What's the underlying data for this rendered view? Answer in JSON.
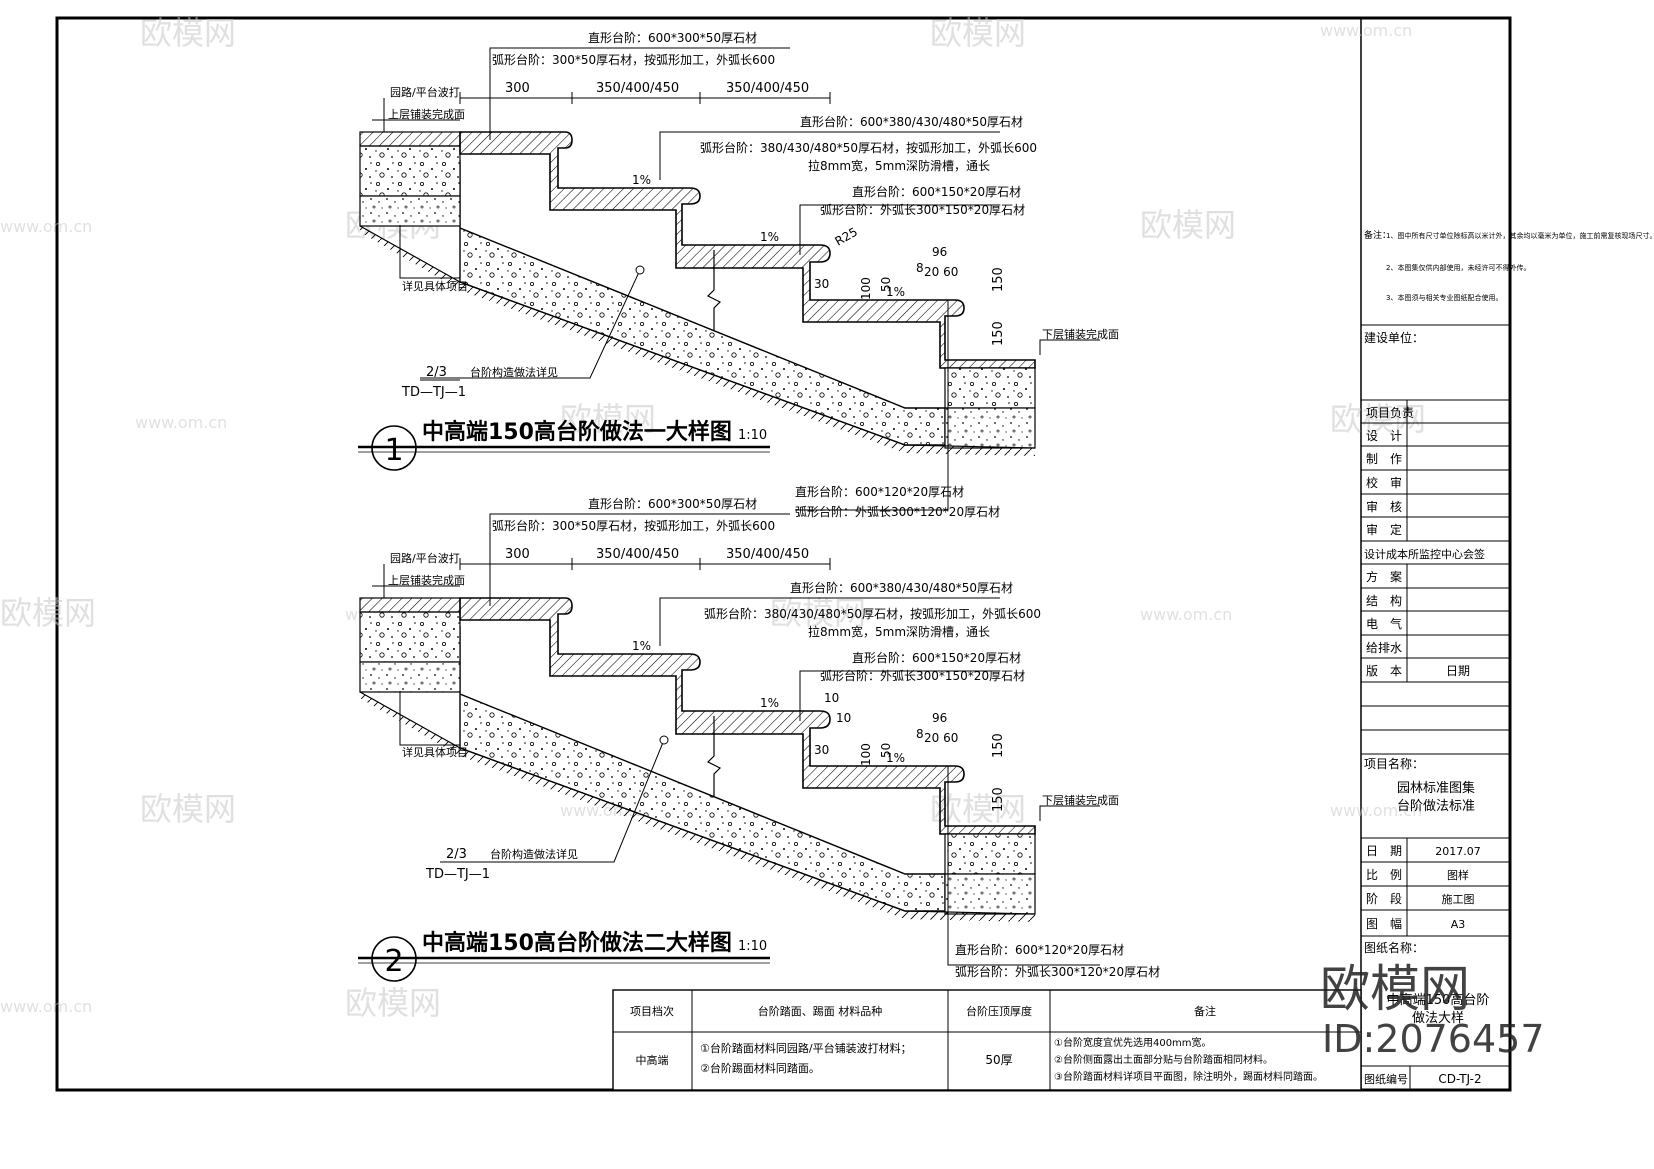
{
  "detail1": {
    "top_callout_1": "直形台阶：600*300*50厚石材",
    "top_callout_2": "弧形台阶：300*50厚石材，按弧形加工，外弧长600",
    "dims": [
      "300",
      "350/400/450",
      "350/400/450"
    ],
    "upper_label": "园路/平台波打",
    "upper_finish": "上层铺装完成面",
    "mid_callout_1": "直形台阶：600*380/430/480*50厚石材",
    "mid_callout_2": "弧形台阶：380/430/480*50厚石材，按弧形加工，外弧长600",
    "mid_callout_3": "拉8mm宽，5mm深防滑槽，通长",
    "low_callout_1": "直形台阶：600*150*20厚石材",
    "low_callout_2": "弧形台阶：外弧长300*150*20厚石材",
    "slope_1": "1%",
    "slope_2": "1%",
    "slope_3": "1%",
    "r_label": "R25",
    "dim_96": "96",
    "dim_8": "8",
    "dim_20_60": "20 60",
    "dim_30": "30",
    "dim_100": "100",
    "dim_50": "50",
    "dim_150a": "150",
    "dim_150b": "150",
    "lower_finish": "下层铺装完成面",
    "see_project": "详见具体项目",
    "ref_top": "2/3",
    "ref_bottom": "TD—TJ—1",
    "ref_text": "台阶构造做法详见",
    "bottom_callout_1": "直形台阶：600*120*20厚石材",
    "bottom_callout_2": "弧形台阶：外弧长300*120*20厚石材",
    "title": "中高端150高台阶做法一大样图",
    "scale": "1:10"
  },
  "detail2": {
    "top_callout_1": "直形台阶：600*300*50厚石材",
    "top_callout_2": "弧形台阶：300*50厚石材，按弧形加工，外弧长600",
    "dims": [
      "300",
      "350/400/450",
      "350/400/450"
    ],
    "upper_label": "园路/平台波打",
    "upper_finish": "上层铺装完成面",
    "mid_callout_1": "直形台阶：600*380/430/480*50厚石材",
    "mid_callout_2": "弧形台阶：380/430/480*50厚石材，按弧形加工，外弧长600",
    "mid_callout_3": "拉8mm宽，5mm深防滑槽，通长",
    "low_callout_1": "直形台阶：600*150*20厚石材",
    "low_callout_2": "弧形台阶：外弧长300*150*20厚石材",
    "slope_1": "1%",
    "slope_2": "1%",
    "slope_3": "1%",
    "dim_10a": "10",
    "dim_10b": "10",
    "dim_96": "96",
    "dim_8": "8",
    "dim_20_60": "20 60",
    "dim_30": "30",
    "dim_100": "100",
    "dim_50": "50",
    "dim_150a": "150",
    "dim_150b": "150",
    "lower_finish": "下层铺装完成面",
    "see_project": "详见具体项目",
    "ref_top": "2/3",
    "ref_bottom": "TD—TJ—1",
    "ref_text": "台阶构造做法详见",
    "bottom_callout_1": "直形台阶：600*120*20厚石材",
    "bottom_callout_2": "弧形台阶：外弧长300*120*20厚石材",
    "title": "中高端150高台阶做法二大样图",
    "scale": "1:10"
  },
  "circle_labels": [
    "1",
    "2"
  ],
  "table": {
    "headers": [
      "项目档次",
      "台阶踏面、踢面 材料品种",
      "台阶压顶厚度",
      "备注"
    ],
    "row": {
      "level": "中高端",
      "materials": [
        "①台阶踏面材料同园路/平台铺装波打材料；",
        "②台阶踢面材料同踏面。"
      ],
      "thickness": "50厚",
      "notes": [
        "①台阶宽度宜优先选用400mm宽。",
        "②台阶侧面露出土面部分贴与台阶踏面相同材料。",
        "③台阶踏面材料详项目平面图，除注明外，踢面材料同踏面。"
      ]
    }
  },
  "title_block": {
    "notes_label": "备注：",
    "notes": [
      "1、图中所有尺寸单位除标高以米计外，其余均以毫米为单位，施工前需复核现场尺寸。",
      "2、本图集仅供内部使用，未经许可不得外传。",
      "3、本图须与相关专业图纸配合使用。"
    ],
    "client_label": "建设单位：",
    "rows": [
      "项目负责",
      "设　计",
      "制　作",
      "校　审",
      "审　核",
      "审　定"
    ],
    "cost_center": "设计成本所监控中心会签",
    "rows2": [
      "方　案",
      "结　构",
      "电　气",
      "给排水"
    ],
    "version_label": "版　本",
    "date_header": "日期",
    "project_label": "项目名称：",
    "project_name_1": "园林标准图集",
    "project_name_2": "台阶做法标准",
    "info": [
      {
        "label": "日　期",
        "value": "2017.07"
      },
      {
        "label": "比　例",
        "value": "图样"
      },
      {
        "label": "阶　段",
        "value": "施工图"
      },
      {
        "label": "图　幅",
        "value": "A3"
      }
    ],
    "drawing_label": "图纸名称：",
    "drawing_name_1": "中高端150高台阶",
    "drawing_name_2": "做法大样",
    "drawing_no_label": "图纸编号",
    "drawing_no": "CD-TJ-2"
  },
  "watermark": {
    "brand": "欧模网",
    "site": "www.om.cn",
    "id": "ID:2076457"
  }
}
